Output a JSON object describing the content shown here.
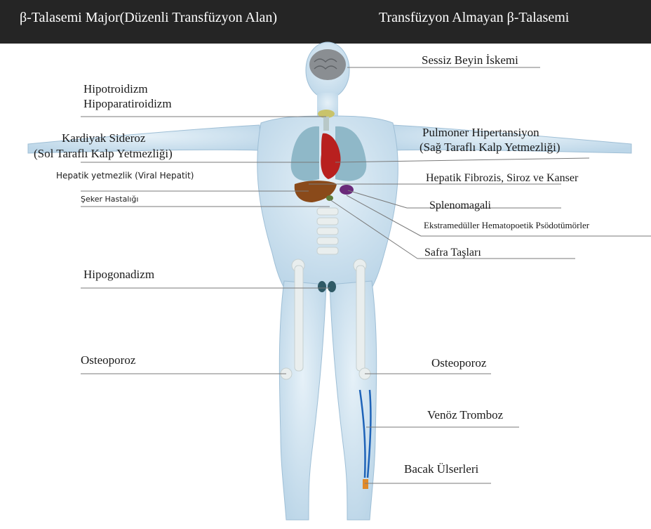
{
  "header": {
    "left_title": "β-Talasemi Major(Düzenli Transfüzyon Alan)",
    "right_title": "Transfüzyon Almayan β-Talasemi"
  },
  "left_labels": {
    "hypothyroid": "Hipotroidizm",
    "hypoparathyroid": "Hipoparatiroidizm",
    "cardiac": "Kardiyak Sideroz",
    "cardiac_sub": "(Sol Taraflı Kalp Yetmezliği)",
    "hepatic_failure": "Hepatik yetmezlik  (Viral Hepatit)",
    "diabetes": "Şeker Hastalığı",
    "hypogonadism": "Hipogonadizm",
    "osteoporosis": "Osteoporoz"
  },
  "right_labels": {
    "silent_infarct": "Sessiz Beyin İskemi",
    "pulmonary": "Pulmoner Hipertansiyon",
    "pulmonary_sub": "(Sağ Taraflı Kalp Yetmezliği)",
    "hepatic_fibrosis": "Hepatik Fibrozis, Siroz ve Kanser",
    "splenomegaly": "Splenomagali",
    "emh": "Ekstramedüller Hematopoetik Psödotümörler",
    "gallstones": "Safra Taşları",
    "osteoporosis": "Osteoporoz",
    "venous_thrombosis": "Venöz Tromboz",
    "leg_ulcers": "Bacak Ülserleri"
  },
  "colors": {
    "header_bg": "#252525",
    "skin": "#cfe3f1",
    "skin_edge": "#9fbfd6",
    "brain": "#8a8e92",
    "heart": "#b8201f",
    "lung": "#8fb8c8",
    "liver": "#8a4a1a",
    "spleen": "#6a2a7a",
    "thyroid": "#c9c36a",
    "gonad": "#2f5a66",
    "bone": "#e9eeee",
    "vein": "#1e63b8",
    "ulcer": "#e08a2a",
    "leader": "#7a7a7a"
  }
}
